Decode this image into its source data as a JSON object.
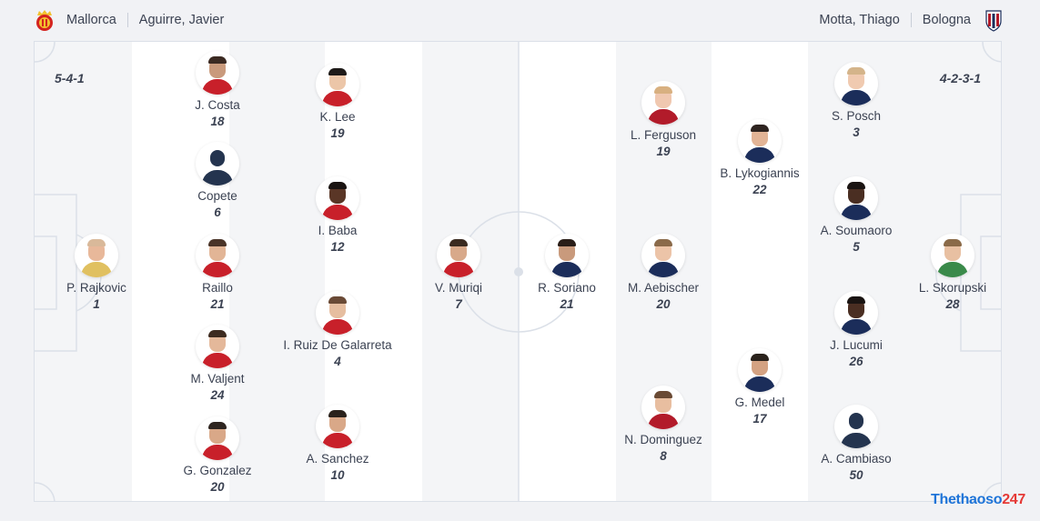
{
  "home": {
    "team": "Mallorca",
    "coach": "Aguirre, Javier",
    "formation": "5-4-1",
    "crest_icon": "mallorca-crest-icon",
    "crest_color": "#d4231f",
    "crest_accent": "#f2c12e"
  },
  "away": {
    "team": "Bologna",
    "coach": "Motta, Thiago",
    "formation": "4-2-3-1",
    "crest_icon": "bologna-crest-icon",
    "crest_color": "#b21b2a",
    "crest_accent": "#1b2d5a"
  },
  "players": {
    "rajkovic": {
      "name": "P. Rajkovic",
      "number": "1"
    },
    "costa": {
      "name": "J. Costa",
      "number": "18"
    },
    "copete": {
      "name": "Copete",
      "number": "6"
    },
    "raillo": {
      "name": "Raillo",
      "number": "21"
    },
    "valjent": {
      "name": "M. Valjent",
      "number": "24"
    },
    "gonzalez": {
      "name": "G. Gonzalez",
      "number": "20"
    },
    "lee": {
      "name": "K. Lee",
      "number": "19"
    },
    "baba": {
      "name": "I. Baba",
      "number": "12"
    },
    "galarreta": {
      "name": "I. Ruiz De Galarreta",
      "number": "4"
    },
    "sanchez": {
      "name": "A. Sanchez",
      "number": "10"
    },
    "muriqi": {
      "name": "V. Muriqi",
      "number": "7"
    },
    "soriano": {
      "name": "R. Soriano",
      "number": "21"
    },
    "ferguson": {
      "name": "L. Ferguson",
      "number": "19"
    },
    "aebischer": {
      "name": "M. Aebischer",
      "number": "20"
    },
    "dominguez": {
      "name": "N. Dominguez",
      "number": "8"
    },
    "lykogiannis": {
      "name": "B. Lykogiannis",
      "number": "22"
    },
    "medel": {
      "name": "G. Medel",
      "number": "17"
    },
    "posch": {
      "name": "S. Posch",
      "number": "3"
    },
    "soumaoro": {
      "name": "A. Soumaoro",
      "number": "5"
    },
    "lucumi": {
      "name": "J. Lucumi",
      "number": "26"
    },
    "cambiaso": {
      "name": "A. Cambiaso",
      "number": "50"
    },
    "skorupski": {
      "name": "L. Skorupski",
      "number": "28"
    }
  },
  "watermark": {
    "part1": "Thethaoso",
    "part2": "247"
  },
  "colors": {
    "stripe_light": "#f4f5f7",
    "stripe_white": "#ffffff",
    "pitch_line": "#dbe0e8",
    "text": "#3b4252",
    "watermark_blue": "#1e74d8",
    "watermark_red": "#e53935"
  }
}
